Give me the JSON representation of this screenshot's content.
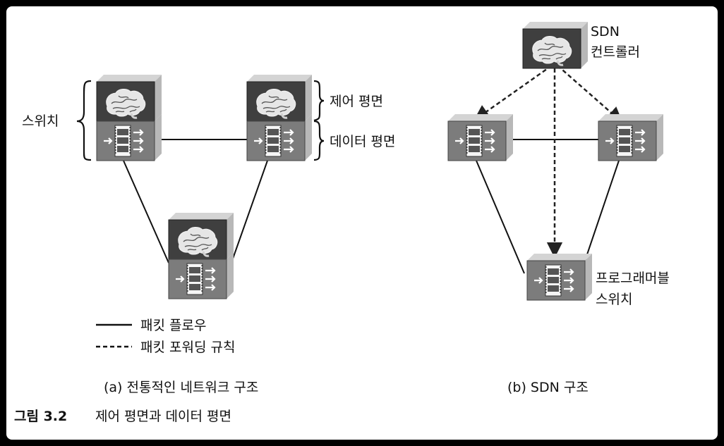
{
  "labels": {
    "switch": "스위치",
    "control_plane": "제어 평면",
    "data_plane": "데이터 평면",
    "sdn_controller_line1": "SDN",
    "sdn_controller_line2": "컨트롤러",
    "programmable_switch_line1": "프로그래머블",
    "programmable_switch_line2": "스위치"
  },
  "legend": {
    "packet_flow": "패킷 플로우",
    "packet_forwarding_rule": "패킷 포워딩 규칙"
  },
  "captions": {
    "a": "(a) 전통적인 네트워크 구조",
    "b": "(b) SDN 구조"
  },
  "figure": {
    "number": "그림 3.2",
    "title": "제어 평면과 데이터 평면"
  },
  "colors": {
    "control_box_front": "#3f3f3f",
    "data_box_front": "#7c7c7c",
    "box_side": "#b8b8b8",
    "box_top": "#d4d4d4"
  }
}
